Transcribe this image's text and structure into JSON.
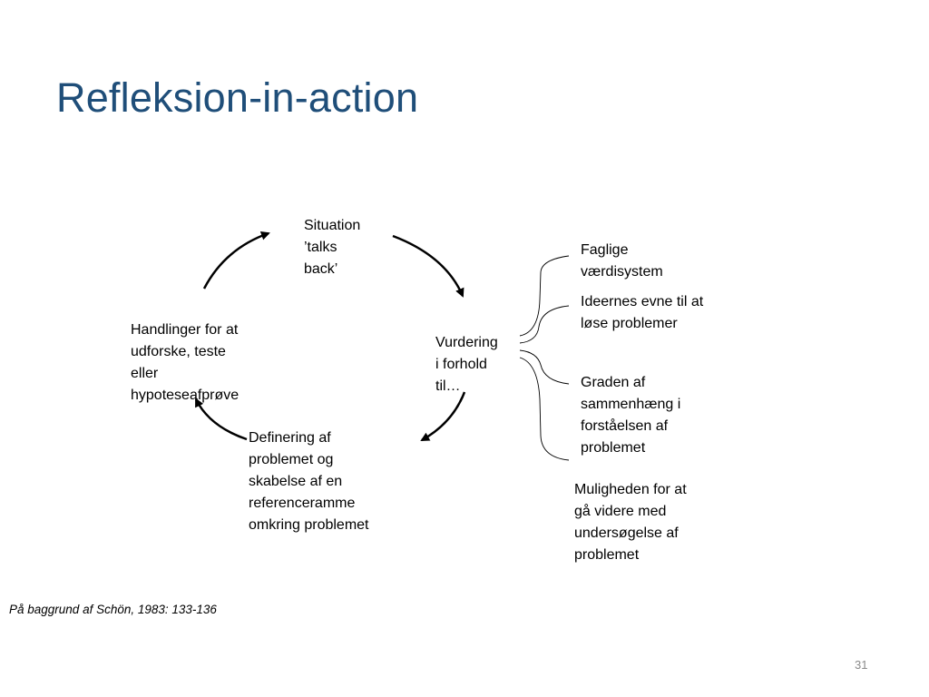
{
  "slide": {
    "title": "Refleksion-in-action",
    "citation": "På baggrund af Schön, 1983: 133-136",
    "page_number": "31"
  },
  "cycle": {
    "situation": "Situation\n’talks\nback’",
    "vurdering": "Vurdering\ni forhold\ntil…",
    "definering": "Definering af\nproblemet og\nskabelse af en\nreferenceramme\nomkring problemet",
    "handlinger": "Handlinger for at\nudforske, teste\neller\nhypoteseafprøve"
  },
  "criteria": [
    "Faglige\nværdisystem",
    "Ideernes evne til at\nløse problemer",
    "Graden af\nsammenhæng i\nforståelsen af\nproblemet",
    "Muligheden for at\ngå videre med\nundersøgelse af\nproblemet"
  ],
  "colors": {
    "title": "#1f4e79",
    "arrow": "#000000",
    "bracket": "#000000",
    "page_number": "#8a8a8a"
  }
}
